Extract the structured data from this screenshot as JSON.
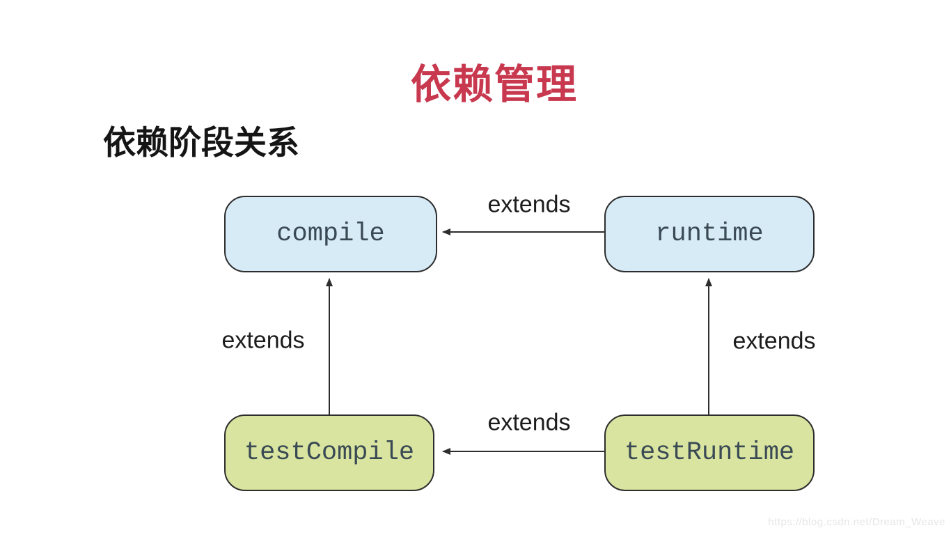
{
  "page": {
    "title": "依赖管理",
    "subtitle": "依赖阶段关系",
    "watermark": "https://blog.csdn.net/Dream_Weave",
    "title_color": "#C8384E",
    "background_color": "#ffffff"
  },
  "diagram": {
    "node_border_color": "#2d2d2d",
    "arrow_color": "#2d2d2d",
    "node_text_color": "#3a4a54",
    "nodes": [
      {
        "id": "compile",
        "label": "compile",
        "fill": "#D7EBF7"
      },
      {
        "id": "runtime",
        "label": "runtime",
        "fill": "#D7EBF7"
      },
      {
        "id": "testCompile",
        "label": "testCompile",
        "fill": "#D9E4A0"
      },
      {
        "id": "testRuntime",
        "label": "testRuntime",
        "fill": "#D9E4A0"
      }
    ],
    "edges": [
      {
        "from": "runtime",
        "to": "compile",
        "label": "extends",
        "direction": "left"
      },
      {
        "from": "testCompile",
        "to": "compile",
        "label": "extends",
        "direction": "up"
      },
      {
        "from": "testRuntime",
        "to": "runtime",
        "label": "extends",
        "direction": "up"
      },
      {
        "from": "testRuntime",
        "to": "testCompile",
        "label": "extends",
        "direction": "left"
      }
    ]
  }
}
